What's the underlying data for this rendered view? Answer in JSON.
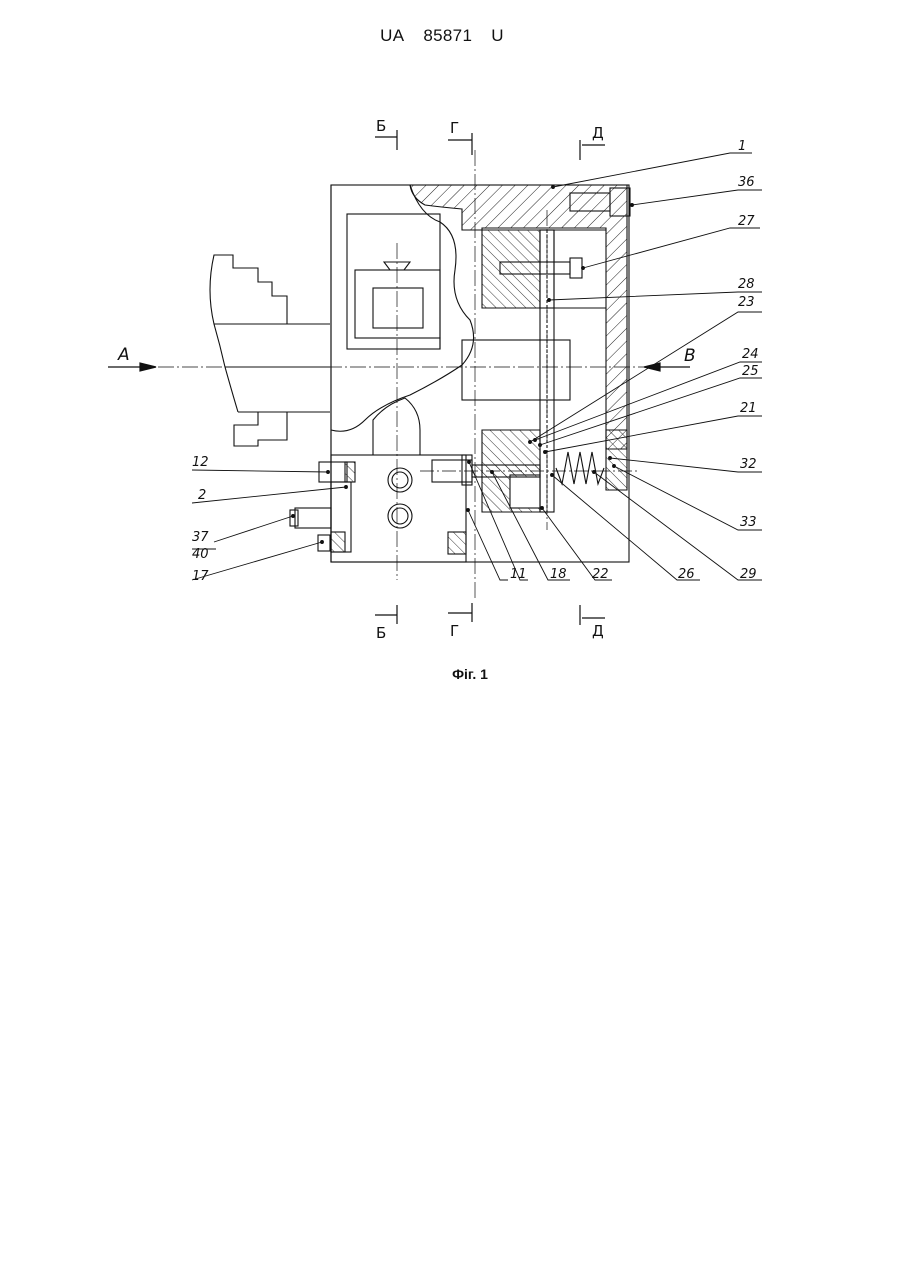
{
  "header": {
    "country": "UA",
    "number": "85871",
    "kind": "U"
  },
  "caption": "Фіг. 1",
  "views": {
    "a": "А",
    "v": "В"
  },
  "sections": {
    "b": "Б",
    "g": "Г",
    "d": "Д"
  },
  "labels": {
    "l1": "1",
    "l36": "36",
    "l27": "27",
    "l28": "28",
    "l23": "23",
    "l24": "24",
    "l25": "25",
    "l21": "21",
    "l32": "32",
    "l33": "33",
    "l29": "29",
    "l26": "26",
    "l22": "22",
    "l18": "18",
    "l11": "11",
    "l12": "12",
    "l2": "2",
    "l37": "37",
    "l40": "40",
    "l17": "17"
  }
}
